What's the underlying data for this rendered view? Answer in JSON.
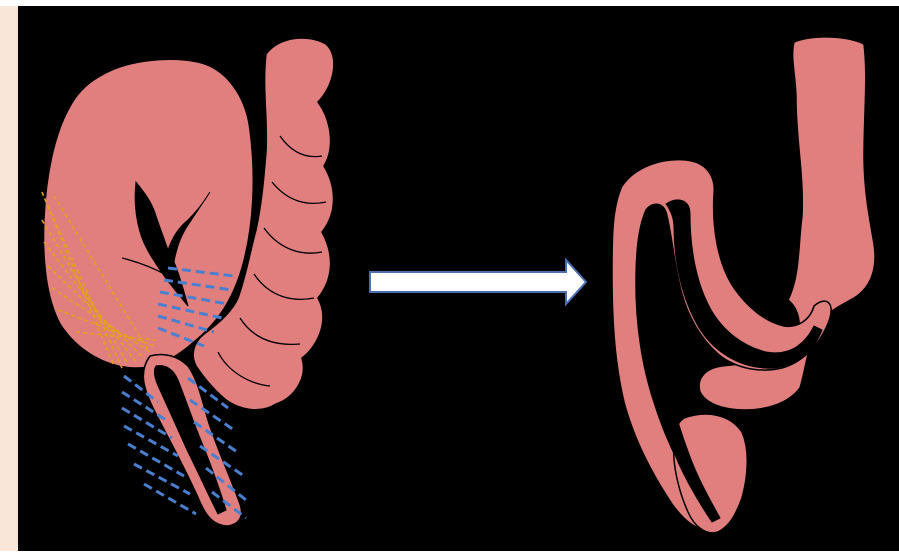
{
  "colors": {
    "background": "#000000",
    "side_strip": "#f9e6d8",
    "tissue": "#e17f7f",
    "tissue_outline": "#000000",
    "dashed_region_blue": "#4a7fd0",
    "dashed_region_orange": "#e3a21a",
    "arrow_fill": "#ffffff",
    "arrow_outline": "#4a6fb0"
  },
  "diagram": {
    "left_figure": "stomach-and-intestine-before",
    "arrow": "right-arrow",
    "right_figure": "reconstructed-organ-after"
  }
}
